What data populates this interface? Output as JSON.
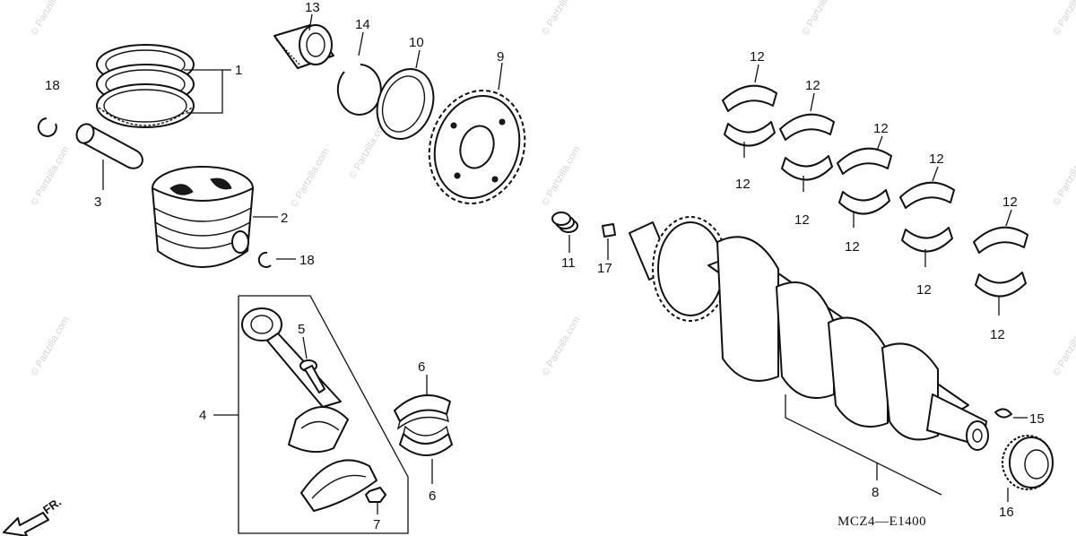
{
  "diagram": {
    "code": "MCZ4—E1400",
    "front_label": "FR.",
    "watermark": "© Partzilla.com",
    "callouts": {
      "c1": "1",
      "c2": "2",
      "c3": "3",
      "c4": "4",
      "c5": "5",
      "c6a": "6",
      "c6b": "6",
      "c7": "7",
      "c8": "8",
      "c9": "9",
      "c10": "10",
      "c11": "11",
      "c12a": "12",
      "c12b": "12",
      "c12c": "12",
      "c12d": "12",
      "c12e": "12",
      "c12f": "12",
      "c12g": "12",
      "c12h": "12",
      "c12i": "12",
      "c12j": "12",
      "c13": "13",
      "c14": "14",
      "c15": "15",
      "c16": "16",
      "c17": "17",
      "c18a": "18",
      "c18b": "18"
    }
  }
}
